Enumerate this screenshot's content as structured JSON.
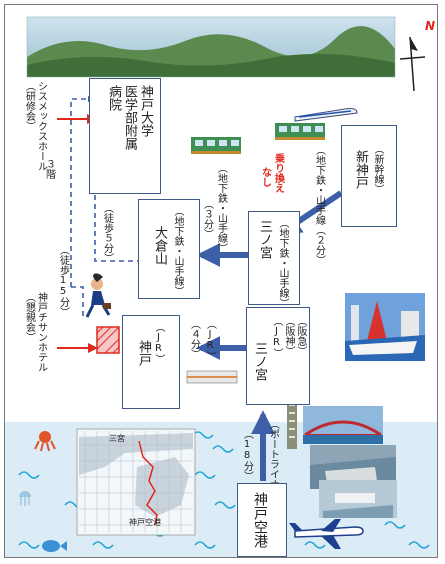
{
  "compass": {
    "north": "N"
  },
  "hospital": {
    "line1": "神戸大学",
    "line2": "医学部附属",
    "line3": "病院"
  },
  "sysmex": {
    "line1": "シスメックスホール",
    "line2": "３階",
    "event": "（研修会）"
  },
  "chisun": {
    "name": "神戸チサンホテル",
    "event": "（懇親会）"
  },
  "walk5": {
    "text": "（徒歩５分）"
  },
  "walk15": {
    "text": "（徒歩15分）"
  },
  "okurayama": {
    "name": "大倉山",
    "line": "（地下鉄・山手線）"
  },
  "okura_time": {
    "text": "（３分）"
  },
  "sannomiya_sub": {
    "name": "三ノ宮",
    "line": "（地下鉄・山手線）"
  },
  "sub_time": {
    "text": "（地下鉄・山手線（２分）"
  },
  "transfer": {
    "line1": "乗り換え",
    "line2": "なし"
  },
  "shinkobe": {
    "name": "新神戸",
    "line": "（新幹線）"
  },
  "kobe_jr": {
    "name": "神戸",
    "line": "（JR）"
  },
  "jr_time": {
    "line": "（JR）",
    "time": "（４分）"
  },
  "sannomiya_main": {
    "name": "三ノ宮",
    "line1": "（阪急）",
    "line2": "（阪神）",
    "line3": "（JR）"
  },
  "port_liner": {
    "line": "（ポートライナー）",
    "time": "（18分）"
  },
  "airport": {
    "name": "神戸空港"
  },
  "map": {
    "label_top": "三宮",
    "label_bottom": "神戸空港"
  },
  "colors": {
    "box_border": "#3e5b86",
    "arrow": "#3d5fa8",
    "red": "#e0281c",
    "sea": "#dcecf7",
    "wave": "#22a4d8"
  }
}
